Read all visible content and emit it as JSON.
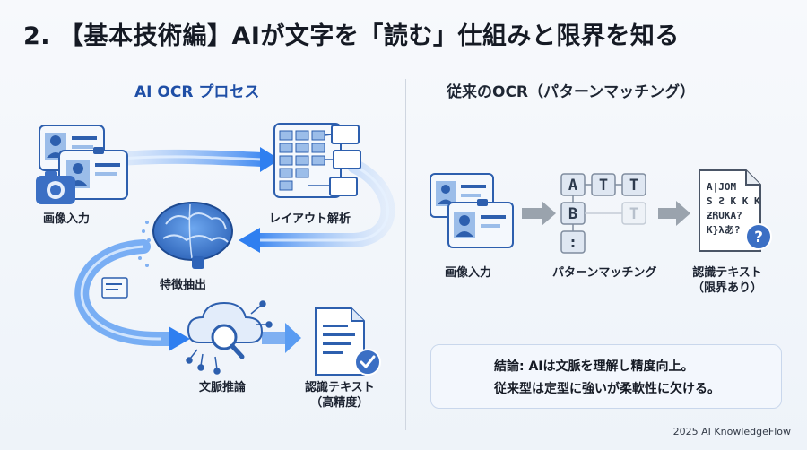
{
  "title": "2. 【基本技術編】AIが文字を「読む」仕組みと限界を知る",
  "left_section": {
    "heading": "AI OCR プロセス",
    "steps": {
      "image_input": "画像入力",
      "layout_analysis": "レイアウト解析",
      "feature_extraction": "特徴抽出",
      "context_inference": "文脈推論",
      "recognized_text_line1": "認識テキスト",
      "recognized_text_line2": "（高精度）"
    }
  },
  "right_section": {
    "heading": "従来のOCR（パターンマッチング）",
    "steps": {
      "image_input": "画像入力",
      "pattern_matching": "パターンマッチング",
      "recognized_text_line1": "認識テキスト",
      "recognized_text_line2": "（限界あり）"
    },
    "letters": [
      "A",
      "T",
      "T",
      "B",
      "T",
      ":"
    ],
    "garbled_lines": [
      "A|JOM",
      "S Ƨ K K K",
      "ƵᏲUKA?",
      "K}λあ?"
    ]
  },
  "conclusion": {
    "line1": "結論: AIは文脈を理解し精度向上。",
    "line2": "従来型は定型に強いが柔軟性に欠ける。"
  },
  "footer": "2025 AI KnowledgeFlow",
  "colors": {
    "accent_blue": "#1f4fa6",
    "flow_blue": "#3d8ef0",
    "icon_blue": "#3b6fc4",
    "gray_arrow": "#9aa3ad"
  },
  "icons": [
    "id-card-icon",
    "camera-icon",
    "layout-grid-icon",
    "brain-icon",
    "cloud-search-icon",
    "document-check-icon",
    "shield-gear-icon",
    "document-question-icon"
  ]
}
